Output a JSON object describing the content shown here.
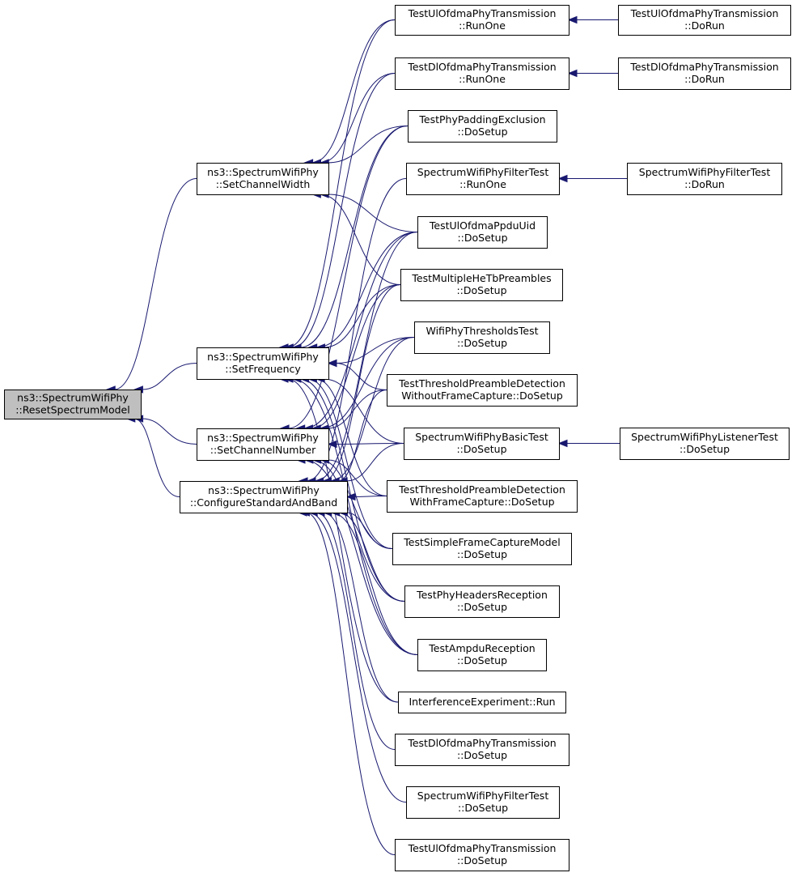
{
  "graph": {
    "nodes": [
      {
        "id": "reset",
        "lines": [
          "ns3::SpectrumWifiPhy",
          "::ResetSpectrumModel"
        ],
        "highlight": true
      },
      {
        "id": "setwidth",
        "lines": [
          "ns3::SpectrumWifiPhy",
          "::SetChannelWidth"
        ]
      },
      {
        "id": "setfreq",
        "lines": [
          "ns3::SpectrumWifiPhy",
          "::SetFrequency"
        ]
      },
      {
        "id": "setnum",
        "lines": [
          "ns3::SpectrumWifiPhy",
          "::SetChannelNumber"
        ]
      },
      {
        "id": "config",
        "lines": [
          "ns3::SpectrumWifiPhy",
          "::ConfigureStandardAndBand"
        ]
      },
      {
        "id": "ulrun",
        "lines": [
          "TestUlOfdmaPhyTransmission",
          "::RunOne"
        ]
      },
      {
        "id": "dlrun",
        "lines": [
          "TestDlOfdmaPhyTransmission",
          "::RunOne"
        ]
      },
      {
        "id": "padding",
        "lines": [
          "TestPhyPaddingExclusion",
          "::DoSetup"
        ]
      },
      {
        "id": "filterrun",
        "lines": [
          "SpectrumWifiPhyFilterTest",
          "::RunOne"
        ]
      },
      {
        "id": "ppduuid",
        "lines": [
          "TestUlOfdmaPpduUid",
          "::DoSetup"
        ]
      },
      {
        "id": "hetb",
        "lines": [
          "TestMultipleHeTbPreambles",
          "::DoSetup"
        ]
      },
      {
        "id": "thresh",
        "lines": [
          "WifiPhyThresholdsTest",
          "::DoSetup"
        ]
      },
      {
        "id": "prewithout",
        "lines": [
          "TestThresholdPreambleDetection",
          "WithoutFrameCapture::DoSetup"
        ]
      },
      {
        "id": "basic",
        "lines": [
          "SpectrumWifiPhyBasicTest",
          "::DoSetup"
        ]
      },
      {
        "id": "prewith",
        "lines": [
          "TestThresholdPreambleDetection",
          "WithFrameCapture::DoSetup"
        ]
      },
      {
        "id": "simplecap",
        "lines": [
          "TestSimpleFrameCaptureModel",
          "::DoSetup"
        ]
      },
      {
        "id": "headers",
        "lines": [
          "TestPhyHeadersReception",
          "::DoSetup"
        ]
      },
      {
        "id": "ampdu",
        "lines": [
          "TestAmpduReception",
          "::DoSetup"
        ]
      },
      {
        "id": "interf",
        "lines": [
          "InterferenceExperiment::Run"
        ]
      },
      {
        "id": "dlsetup",
        "lines": [
          "TestDlOfdmaPhyTransmission",
          "::DoSetup"
        ]
      },
      {
        "id": "filtersetup",
        "lines": [
          "SpectrumWifiPhyFilterTest",
          "::DoSetup"
        ]
      },
      {
        "id": "ulsetup",
        "lines": [
          "TestUlOfdmaPhyTransmission",
          "::DoSetup"
        ]
      },
      {
        "id": "uldorun",
        "lines": [
          "TestUlOfdmaPhyTransmission",
          "::DoRun"
        ]
      },
      {
        "id": "dldorun",
        "lines": [
          "TestDlOfdmaPhyTransmission",
          "::DoRun"
        ]
      },
      {
        "id": "filterdorun",
        "lines": [
          "SpectrumWifiPhyFilterTest",
          "::DoRun"
        ]
      },
      {
        "id": "listener",
        "lines": [
          "SpectrumWifiPhyListenerTest",
          "::DoSetup"
        ]
      }
    ],
    "edges": [
      [
        "setwidth",
        "reset"
      ],
      [
        "setfreq",
        "reset"
      ],
      [
        "setnum",
        "reset"
      ],
      [
        "config",
        "reset"
      ],
      [
        "ulrun",
        "setwidth"
      ],
      [
        "dlrun",
        "setwidth"
      ],
      [
        "padding",
        "setwidth"
      ],
      [
        "ppduuid",
        "setwidth"
      ],
      [
        "hetb",
        "setwidth"
      ],
      [
        "ulrun",
        "setfreq"
      ],
      [
        "dlrun",
        "setfreq"
      ],
      [
        "padding",
        "setfreq"
      ],
      [
        "ppduuid",
        "setfreq"
      ],
      [
        "hetb",
        "setfreq"
      ],
      [
        "thresh",
        "setfreq"
      ],
      [
        "prewithout",
        "setfreq"
      ],
      [
        "basic",
        "setfreq"
      ],
      [
        "prewith",
        "setfreq"
      ],
      [
        "simplecap",
        "setfreq"
      ],
      [
        "headers",
        "setfreq"
      ],
      [
        "ampdu",
        "setfreq"
      ],
      [
        "interf",
        "setfreq"
      ],
      [
        "padding",
        "setnum"
      ],
      [
        "ppduuid",
        "setnum"
      ],
      [
        "hetb",
        "setnum"
      ],
      [
        "thresh",
        "setnum"
      ],
      [
        "prewithout",
        "setnum"
      ],
      [
        "basic",
        "setnum"
      ],
      [
        "prewith",
        "setnum"
      ],
      [
        "simplecap",
        "setnum"
      ],
      [
        "headers",
        "setnum"
      ],
      [
        "ampdu",
        "setnum"
      ],
      [
        "filterrun",
        "config"
      ],
      [
        "ppduuid",
        "config"
      ],
      [
        "hetb",
        "config"
      ],
      [
        "thresh",
        "config"
      ],
      [
        "prewithout",
        "config"
      ],
      [
        "basic",
        "config"
      ],
      [
        "prewith",
        "config"
      ],
      [
        "simplecap",
        "config"
      ],
      [
        "headers",
        "config"
      ],
      [
        "ampdu",
        "config"
      ],
      [
        "interf",
        "config"
      ],
      [
        "dlsetup",
        "config"
      ],
      [
        "filtersetup",
        "config"
      ],
      [
        "ulsetup",
        "config"
      ],
      [
        "uldorun",
        "ulrun"
      ],
      [
        "dldorun",
        "dlrun"
      ],
      [
        "filterdorun",
        "filterrun"
      ],
      [
        "listener",
        "basic"
      ]
    ],
    "colors": {
      "edge": "#191970",
      "root_fill": "#bfbfbf",
      "node_fill": "#ffffff",
      "border": "#000000"
    }
  }
}
